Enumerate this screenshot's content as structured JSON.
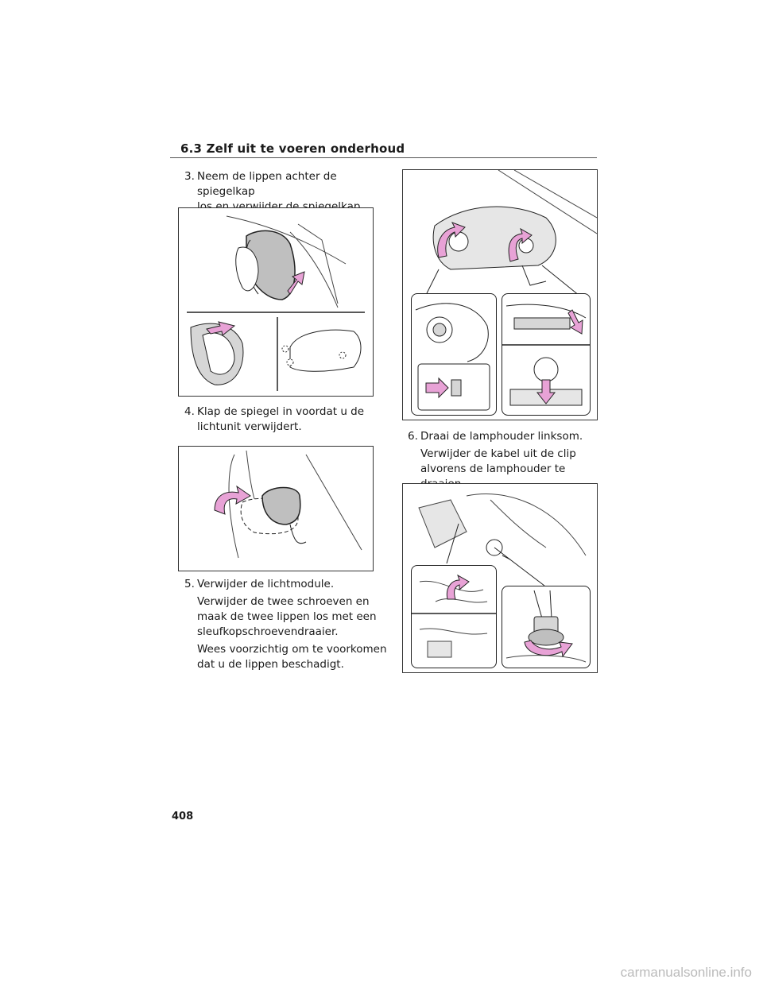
{
  "header": {
    "section_title": "6.3 Zelf uit te voeren onderhoud"
  },
  "steps": [
    {
      "number": "3.",
      "lines": [
        "Neem de lippen achter de spiegelkap",
        "los en verwijder de spiegelkap."
      ]
    },
    {
      "number": "4.",
      "lines": [
        "Klap de spiegel in voordat u de",
        "lichtunit verwijdert."
      ]
    },
    {
      "number": "5.",
      "title": "Verwijder de lichtmodule.",
      "paragraphs": [
        "Verwijder de twee schroeven en maak de twee lippen los met een sleufkopschroevendraaier.",
        "Wees voorzichtig om te voorkomen dat u de lippen beschadigt."
      ]
    },
    {
      "number": "6.",
      "title": "Draai de lamphouder linksom.",
      "paragraphs": [
        "Verwijder de kabel uit de clip alvorens de lamphouder te draaien."
      ]
    }
  ],
  "colors": {
    "arrow_pink": "#e8a2d6",
    "line": "#222222"
  },
  "footer": {
    "page_number": "408",
    "watermark": "carmanualsonline.info"
  }
}
